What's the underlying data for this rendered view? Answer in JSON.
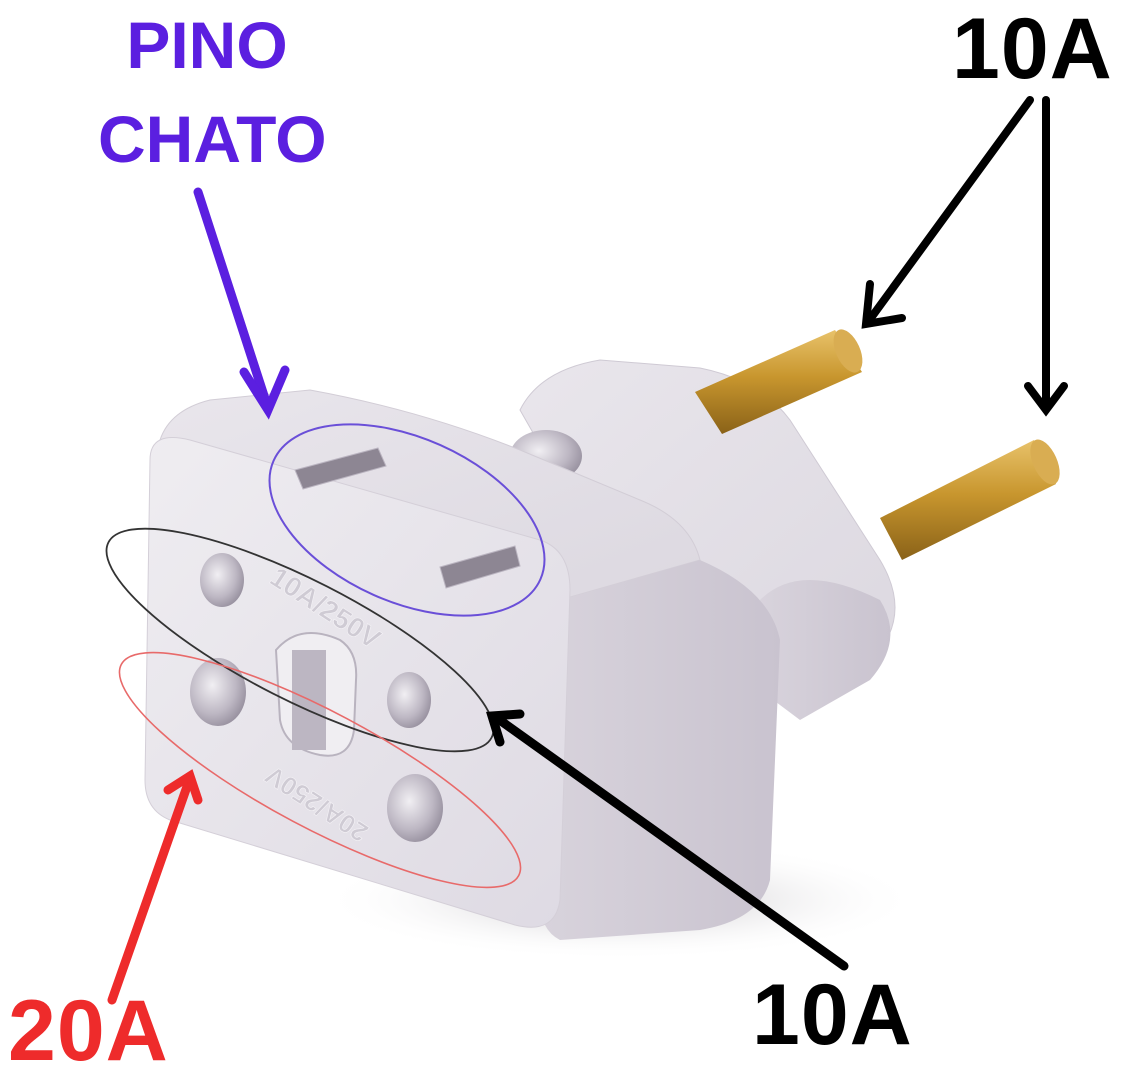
{
  "labels": {
    "flat_pin": {
      "line1": "PINO",
      "line2": "CHATO",
      "color": "#5b1fe0"
    },
    "plug_pins": {
      "text": "10A",
      "color": "#000000"
    },
    "socket_10a": {
      "text": "10A",
      "color": "#000000"
    },
    "socket_20a": {
      "text": "20A",
      "color": "#ee2b2b"
    }
  },
  "embossed": {
    "upper": "10A/250V",
    "lower": "20A/250V"
  },
  "colors": {
    "body": "#e6e2ea",
    "body_shadow": "#c9c4cf",
    "pin_gold": "#c8962e",
    "flat_outline": "#6a4fd8",
    "outline_10a": "#333333",
    "outline_20a": "#e86a6a"
  }
}
